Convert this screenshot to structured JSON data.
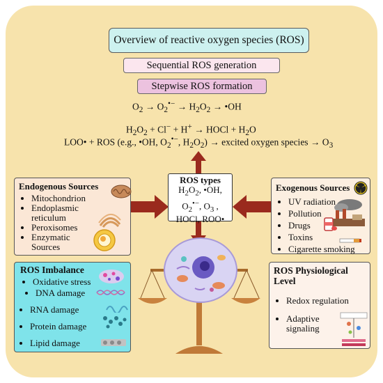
{
  "colors": {
    "panel": "#f7e3ac",
    "title_box": "#cdf1ef",
    "sub_box_1": "#fbe6ee",
    "sub_box_2": "#ecc2df",
    "endogenous_box": "#fbe7d6",
    "exogenous_box": "#fcefe1",
    "imbalance_box": "#7fe3ea",
    "physiological_box": "#fdf2ea",
    "arrow": "#9a2a1d"
  },
  "title": "Overview of reactive oxygen species (ROS)",
  "sequential": "Sequential ROS generation",
  "stepwise": "Stepwise ROS formation",
  "equation1": {
    "part1": "O",
    "part1_sub": "2",
    "arrow1": " → ",
    "part2": "O",
    "part2_sub": "2",
    "part2_sup": "•−",
    "arrow2": " → ",
    "part3": "H",
    "part3_sub1": "2",
    "part3_mid": "O",
    "part3_sub2": "2",
    "arrow3": " → ",
    "part4": "•OH"
  },
  "equation2": {
    "a": "H",
    "a_sub1": "2",
    "b": "O",
    "b_sub": "2",
    "c": " + Cl",
    "c_sup": "−",
    "d": " + H",
    "d_sup": "+",
    "e": " → HOCl + H",
    "e_sub": "2",
    "f": "O"
  },
  "equation3": {
    "a": "LOO• + ROS (e.g., •OH, O",
    "a_sub": "2",
    "a_sup": "•−",
    "b": ", H",
    "b_sub1": "2",
    "c": "O",
    "c_sub": "2",
    "d": ") → excited oxygen species → O",
    "d_sub": "3"
  },
  "ros_types": {
    "heading": "ROS types",
    "line1_a": "H",
    "line1_a_sub": "2",
    "line1_b": "O",
    "line1_b_sub": "2",
    "line1_c": ", •OH,",
    "line2_a": "O",
    "line2_a_sub": "2",
    "line2_a_sup": "•−",
    "line2_b": ", O",
    "line2_b_sub": "3",
    "line2_c": " ,",
    "line3": "HOCl, ROO•"
  },
  "endogenous": {
    "heading": "Endogenous Sources",
    "items": [
      "Mitochondrion",
      "Endoplasmic reticulum",
      "Peroxisomes",
      "Enzymatic Sources"
    ]
  },
  "exogenous": {
    "heading": "Exogenous Sources",
    "items": [
      "UV radiation",
      "Pollution",
      "Drugs",
      "Toxins",
      "Cigarette smoking"
    ]
  },
  "imbalance": {
    "heading": "ROS Imbalance",
    "items": [
      "Oxidative stress",
      "DNA damage",
      "RNA damage",
      "Protein damage",
      "Lipid damage"
    ]
  },
  "physiological": {
    "heading_line1": "ROS Physiological",
    "heading_line2": "Level",
    "items": [
      "Redox regulation",
      "Adaptive signaling"
    ]
  }
}
